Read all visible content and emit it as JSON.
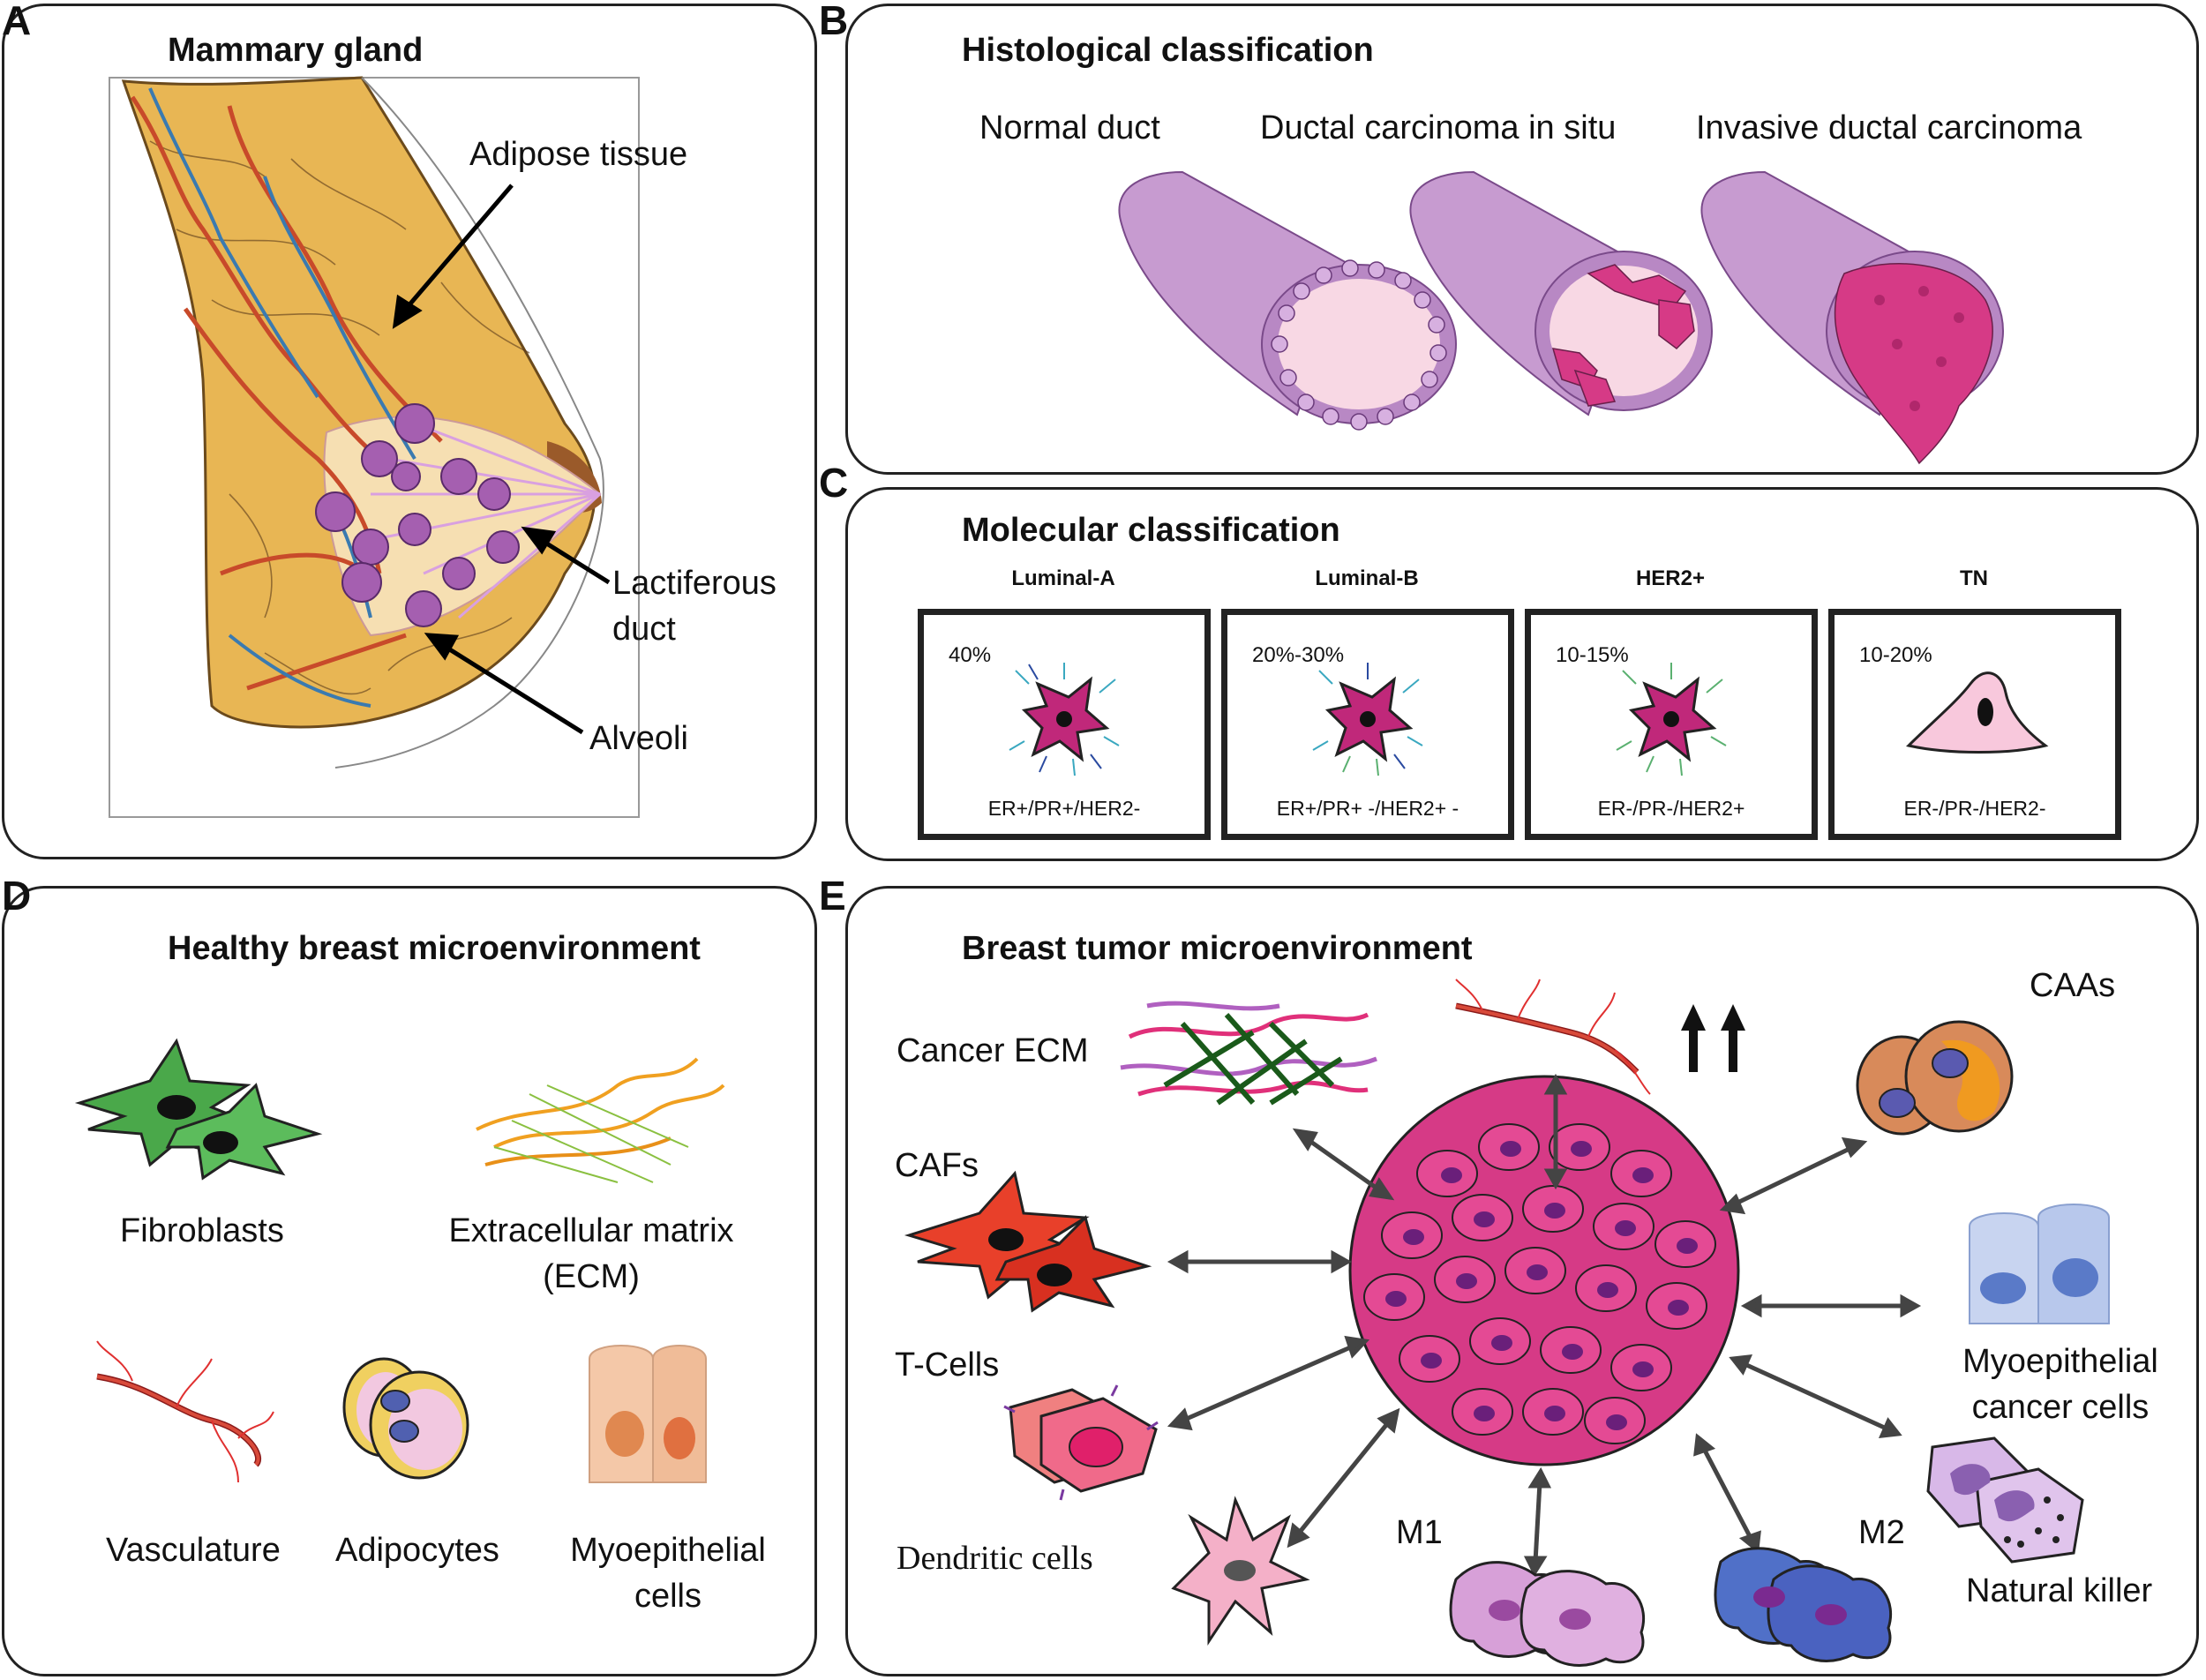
{
  "panel_letters": {
    "a": "A",
    "b": "B",
    "c": "C",
    "d": "D",
    "e": "E"
  },
  "panelA": {
    "title": "Mammary gland",
    "labels": {
      "adipose": "Adipose tissue",
      "lact1": "Lactiferous",
      "lact2": "duct",
      "alveoli": "Alveoli"
    }
  },
  "panelB": {
    "title": "Histological classification",
    "stages": [
      "Normal duct",
      "Ductal carcinoma in situ",
      "Invasive ductal carcinoma"
    ]
  },
  "panelC": {
    "title": "Molecular classification",
    "subtypes": [
      {
        "name": "Luminal-A",
        "percent": "40%",
        "receptors": "ER+/PR+/HER2-"
      },
      {
        "name": "Luminal-B",
        "percent": "20%-30%",
        "receptors": "ER+/PR+ -/HER2+ -"
      },
      {
        "name": "HER2+",
        "percent": "10-15%",
        "receptors": "ER-/PR-/HER2+"
      },
      {
        "name": "TN",
        "percent": "10-20%",
        "receptors": "ER-/PR-/HER2-"
      }
    ]
  },
  "panelD": {
    "title": "Healthy breast microenvironment",
    "labels": {
      "fibro": "Fibroblasts",
      "ecm1": "Extracellular matrix",
      "ecm2": "(ECM)",
      "vasc": "Vasculature",
      "adipo": "Adipocytes",
      "myo1": "Myoepithelial",
      "myo2": "cells"
    }
  },
  "panelE": {
    "title": "Breast tumor microenvironment",
    "labels": {
      "ecm": "Cancer ECM",
      "cafs": "CAFs",
      "tcells": "T-Cells",
      "dend": "Dendritic cells",
      "m1": "M1",
      "m2": "M2",
      "nk": "Natural killer",
      "myo1": "Myoepithelial",
      "myo2": "cancer cells",
      "caas": "CAAs"
    }
  },
  "colors": {
    "breast": "#e8b654",
    "duct_purple": "#c79bd0",
    "tumor_pink": "#d63a86",
    "nucleus": "#6a1f7a",
    "arrow": "#444444"
  }
}
